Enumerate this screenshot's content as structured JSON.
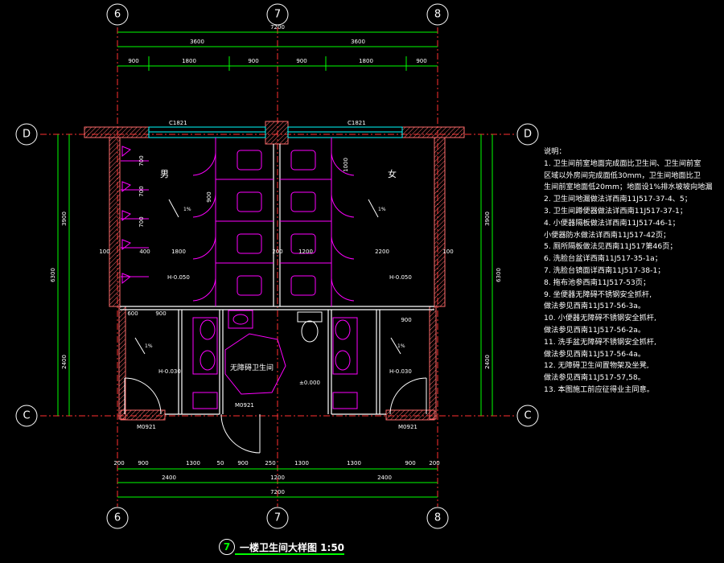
{
  "grid_axes": {
    "top": [
      "6",
      "7",
      "8"
    ],
    "bottom": [
      "6",
      "7",
      "8"
    ],
    "left": [
      "D",
      "C"
    ],
    "right": [
      "D",
      "C"
    ]
  },
  "dimensions": {
    "top_total": "7200",
    "top_halves": [
      "3600",
      "3600"
    ],
    "top_segments": [
      "900",
      "1800",
      "900",
      "900",
      "1800",
      "900"
    ],
    "left_total": "6300",
    "left_parts": [
      "3900",
      "2400"
    ],
    "right_total": "6300",
    "right_parts": [
      "3900",
      "2400"
    ],
    "bottom_segments": [
      "200",
      "900",
      "1300",
      "50",
      "900",
      "250",
      "1300",
      "1300",
      "900",
      "200"
    ],
    "bottom_thirds": [
      "2400",
      "1200",
      "2400"
    ],
    "bottom_total": "7200",
    "interior": [
      "100",
      "400",
      "1800",
      "200",
      "1200",
      "2200",
      "100",
      "600",
      "900",
      "900"
    ],
    "stall_widths": [
      "900",
      "1000"
    ],
    "urinal_spacing": [
      "700",
      "700",
      "700"
    ]
  },
  "windows": [
    "C1821",
    "C1821"
  ],
  "doors": [
    "M0921",
    "M0921",
    "M0921"
  ],
  "rooms": {
    "male": "男",
    "female": "女",
    "accessible": "无障碍卫生间"
  },
  "elevations": [
    "H-0.050",
    "H-0.050",
    "H-0.030",
    "H-0.030",
    "±0.000"
  ],
  "slope_marks": [
    "1%",
    "1%",
    "1%",
    "1%"
  ],
  "notes": {
    "heading": "说明：",
    "lines": [
      "1. 卫生间前室地面完成面比卫生间、卫生间前室",
      "   区域以外房间完成面低30mm，卫生间地面比卫",
      "   生间前室地面低20mm；地面设1%排水坡坡向地漏",
      "2. 卫生间地漏做法详西南11J517-37-4、5；",
      "3. 卫生间蹲便器做法详西南11J517-37-1；",
      "4. 小便器隔板做法详西南11J517-46-1；",
      "   小便器防水做法详西南11J517-42页；",
      "5. 厕所隔板做法见西南11J517第46页；",
      "6. 洗脸台盆详西南11J517-35-1a；",
      "7. 洗脸台镜面详西南11J517-38-1；",
      "8. 拖布池参西南11J517-53页；",
      "9. 坐便器无障碍不锈钢安全抓杆,",
      "   做法参见西南11J517-56-3a。",
      "10. 小便器无障碍不锈钢安全抓杆,",
      "    做法参见西南11J517-56-2a。",
      "11. 洗手盆无障碍不锈钢安全抓杆,",
      "    做法参见西南11J517-56-4a。",
      "12. 无障碍卫生间置物架及坐凳,",
      "    做法参见西南11J517-57,58。",
      "13. 本图施工前应征得业主同意。"
    ]
  },
  "drawing_title": {
    "number": "7",
    "text": "一楼卫生间大样图 1:50"
  },
  "colors": {
    "background": "#000000",
    "dimension": "#00ff00",
    "wall": "#ff6b6b",
    "fixture": "#ff00ff",
    "window": "#00ffff",
    "axis": "#ff0000",
    "text": "#ffffff"
  }
}
